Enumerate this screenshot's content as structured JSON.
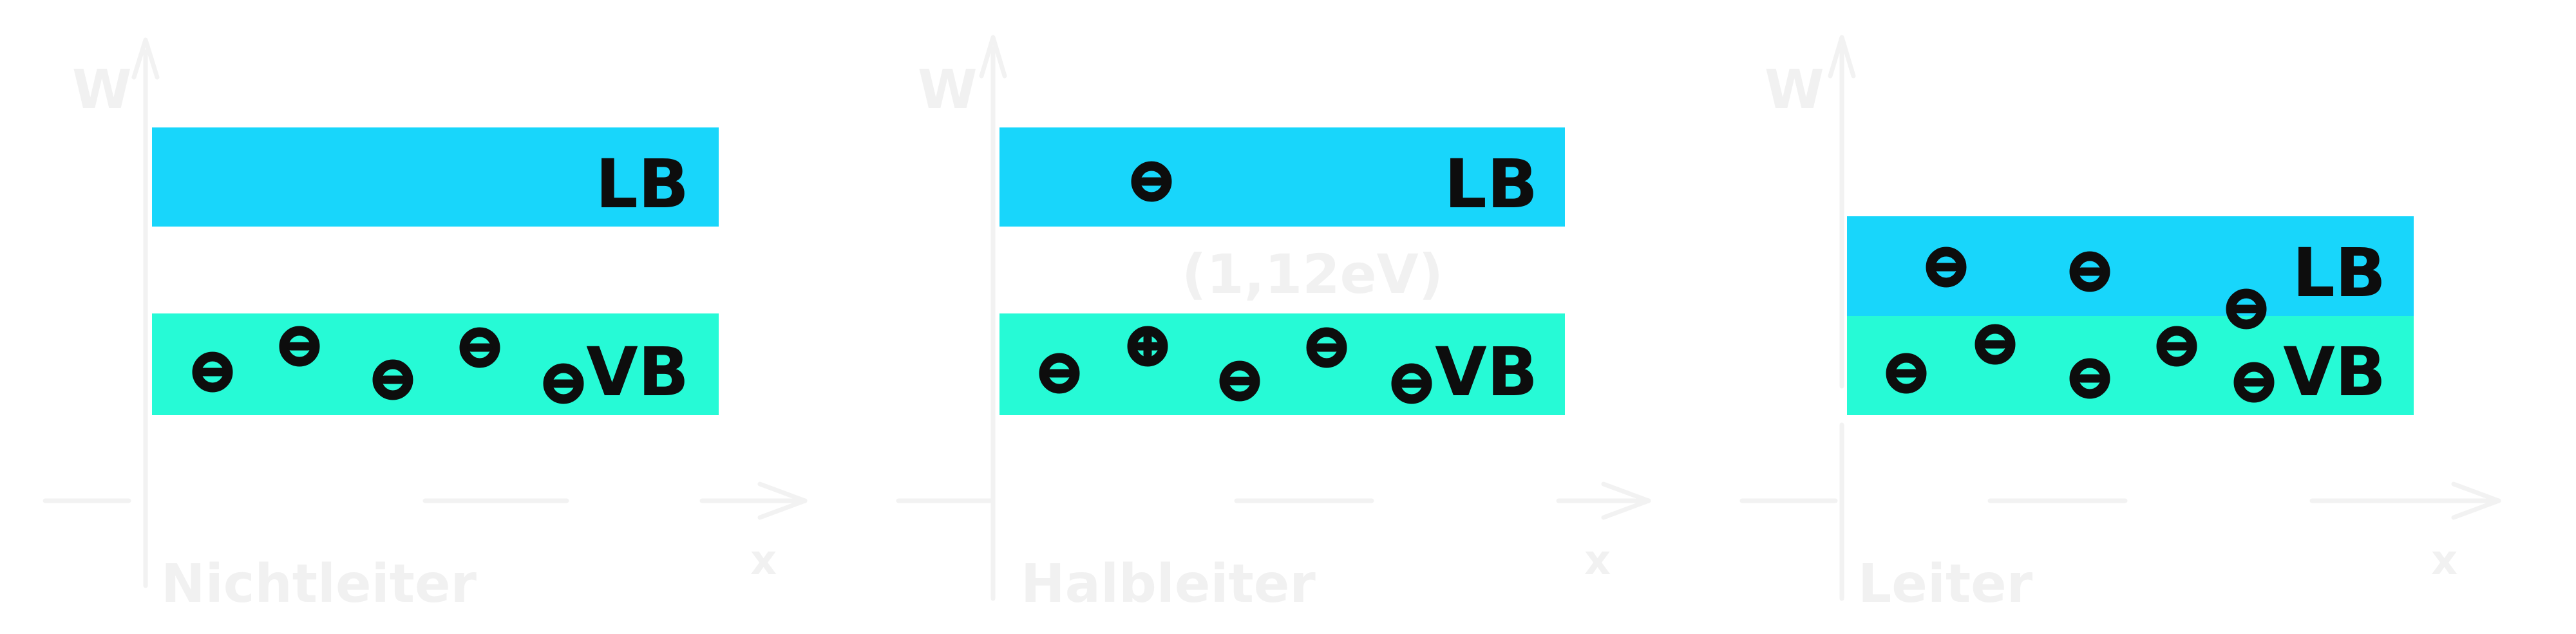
{
  "colors": {
    "conduction_band": "#18d6fb",
    "valence_band": "#26fad6",
    "carrier": "#0d0d0d",
    "faint_text": "#f1f1f1",
    "background": "#ffffff"
  },
  "panels": [
    {
      "axis_y_label": "W",
      "axis_x_label": "x",
      "caption": "Nichtleiter",
      "conduction_band_label": "LB",
      "valence_band_label": "VB",
      "gap_note": "",
      "conduction_carriers": [],
      "valence_carriers": [
        "electron",
        "electron",
        "electron",
        "electron",
        "electron"
      ]
    },
    {
      "axis_y_label": "W",
      "axis_x_label": "x",
      "caption": "Halbleiter",
      "conduction_band_label": "LB",
      "valence_band_label": "VB",
      "gap_note": "(1,12eV)",
      "conduction_carriers": [
        "electron"
      ],
      "valence_carriers": [
        "electron",
        "hole",
        "electron",
        "electron",
        "electron"
      ]
    },
    {
      "axis_y_label": "W",
      "axis_x_label": "x",
      "caption": "Leiter",
      "conduction_band_label": "LB",
      "valence_band_label": "VB",
      "gap_note": "",
      "conduction_carriers": [
        "electron",
        "electron",
        "electron"
      ],
      "valence_carriers": [
        "electron",
        "electron",
        "electron",
        "electron",
        "electron"
      ]
    }
  ]
}
